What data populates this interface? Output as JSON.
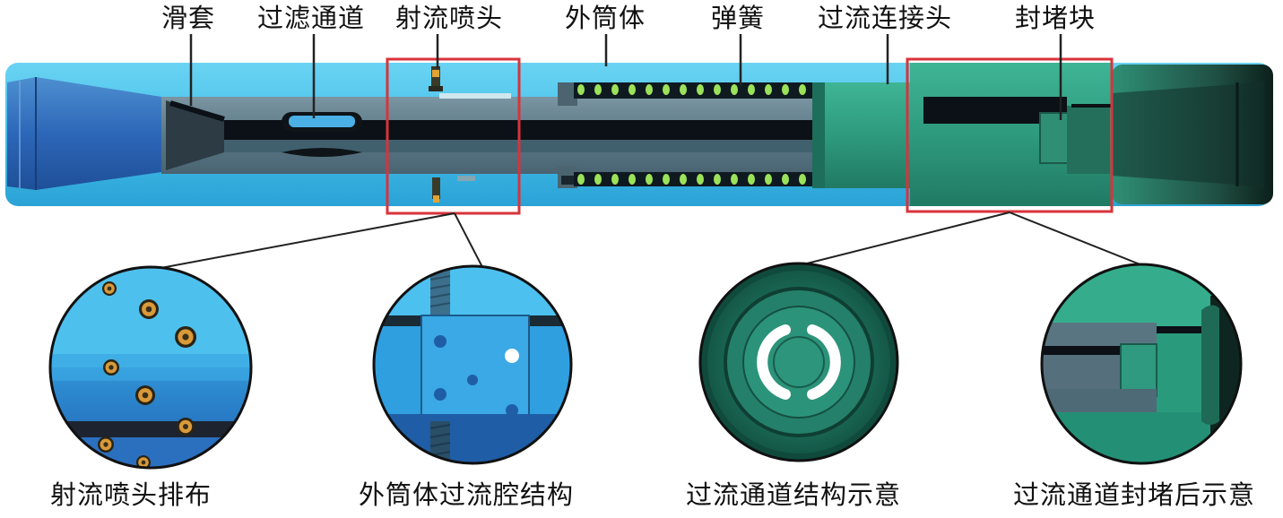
{
  "labels": {
    "sliding_sleeve": "滑套",
    "filter_channel": "过滤通道",
    "jet_nozzle": "射流喷头",
    "outer_barrel": "外筒体",
    "spring": "弹簧",
    "flow_connector": "过流连接头",
    "blocking_block": "封堵块"
  },
  "details": {
    "nozzle_layout": "射流喷头排布",
    "outer_barrel_flow_cavity": "外筒体过流腔结构",
    "flow_channel_structure": "过流通道结构示意",
    "flow_channel_after_blocking": "过流通道封堵后示意"
  },
  "colors": {
    "outer_body": "#4bc3ea",
    "outer_body_dark": "#2f9fd0",
    "inner_mandrel": "#607f8e",
    "mandrel_bore": "#0b1116",
    "connector_green": "#2f9d81",
    "connector_dark": "#1d6e5a",
    "spring_green": "#9be25a",
    "highlight_box": "#d9333b",
    "leader_line": "#222222"
  }
}
